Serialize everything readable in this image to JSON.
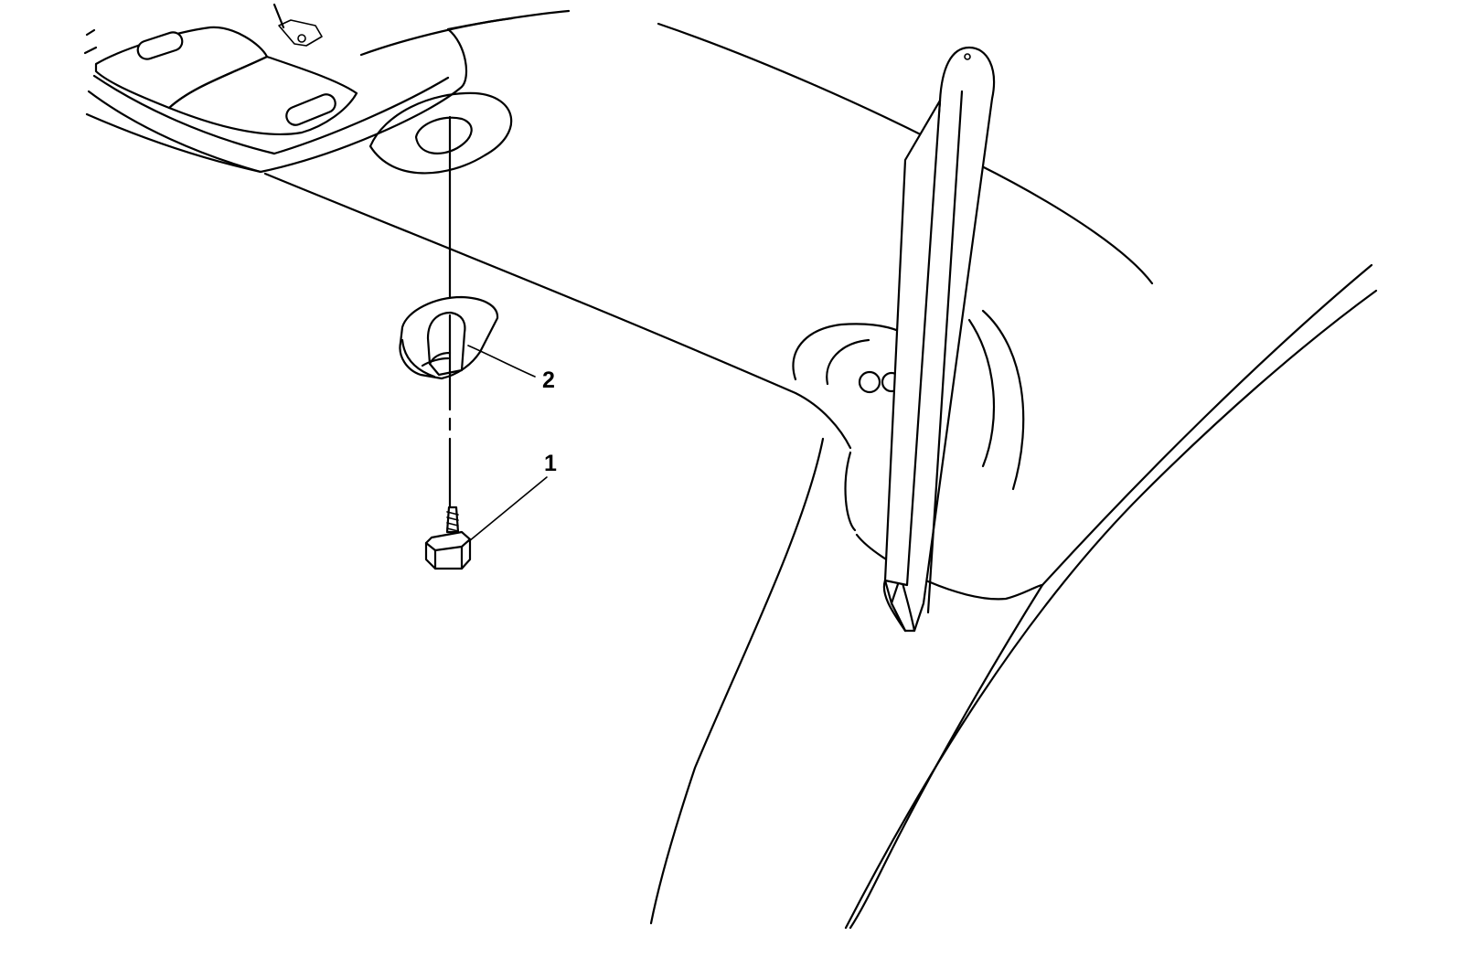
{
  "callouts": [
    {
      "number": "1",
      "part": "bolt"
    },
    {
      "number": "2",
      "part": "clip"
    }
  ],
  "colors": {
    "line": "#000000",
    "background": "#ffffff"
  }
}
